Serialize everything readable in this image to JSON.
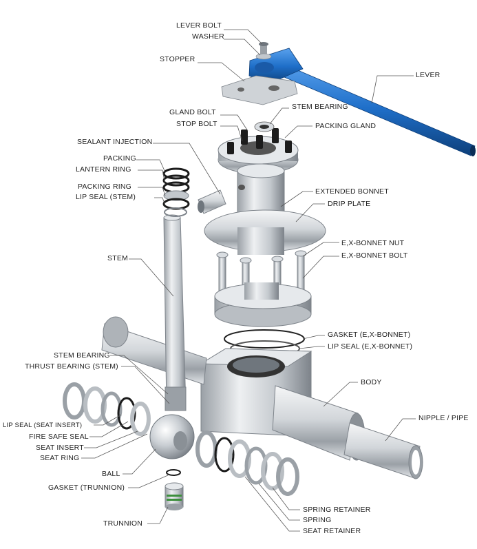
{
  "diagram": {
    "labels": {
      "lever_bolt": "LEVER BOLT",
      "washer": "WASHER",
      "stopper": "STOPPER",
      "lever": "LEVER",
      "gland_bolt": "GLAND BOLT",
      "stem_bearing_top": "STEM BEARING",
      "stop_bolt": "STOP BOLT",
      "packing_gland": "PACKING GLAND",
      "sealant_injection": "SEALANT INJECTION",
      "packing": "PACKING",
      "lantern_ring": "LANTERN RING",
      "packing_ring": "PACKING RING",
      "extended_bonnet": "EXTENDED BONNET",
      "lip_seal_stem": "LIP SEAL (STEM)",
      "drip_plate": "DRIP PLATE",
      "ex_bonnet_nut": "E,X-BONNET NUT",
      "stem": "STEM",
      "ex_bonnet_bolt": "E,X-BONNET BOLT",
      "gasket_ex_bonnet": "GASKET (E,X-BONNET)",
      "lip_seal_ex_bonnet": "LIP SEAL (E,X-BONNET)",
      "stem_bearing_lower": "STEM BEARING",
      "thrust_bearing": "THRUST BEARING (STEM)",
      "body": "BODY",
      "nipple_pipe": "NIPPLE / PIPE",
      "lip_seal_seat_insert": "LIP SEAL (SEAT INSERT)",
      "fire_safe_seal": "FIRE SAFE SEAL",
      "seat_insert": "SEAT INSERT",
      "seat_ring": "SEAT RING",
      "ball": "BALL",
      "gasket_trunnion": "GASKET (TRUNNION)",
      "spring_retainer": "SPRING RETAINER",
      "spring": "SPRING",
      "seat_retainer": "SEAT RETAINER",
      "trunnion": "TRUNNION"
    },
    "colors": {
      "lever_blue": "#1f6fc9",
      "steel_light": "#eef0f2",
      "steel_mid": "#c3c8cd",
      "steel_dark": "#6f767d",
      "black_part": "#1c1c1c",
      "label_text": "#1e1e1e"
    }
  }
}
